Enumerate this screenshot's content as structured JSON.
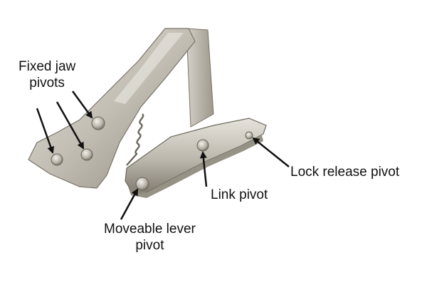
{
  "labels": {
    "fixed_jaw_line1": "Fixed jaw",
    "fixed_jaw_line2": "pivots",
    "lock_release": "Lock release pivot",
    "link": "Link pivot",
    "moveable_lever_line1": "Moveable lever",
    "moveable_lever_line2": "pivot"
  },
  "colors": {
    "background": "#ffffff",
    "metal_light": "#d9d6cf",
    "metal_mid": "#aca79c",
    "metal_dark": "#726d63",
    "arrow": "#111111",
    "text": "#111111"
  }
}
